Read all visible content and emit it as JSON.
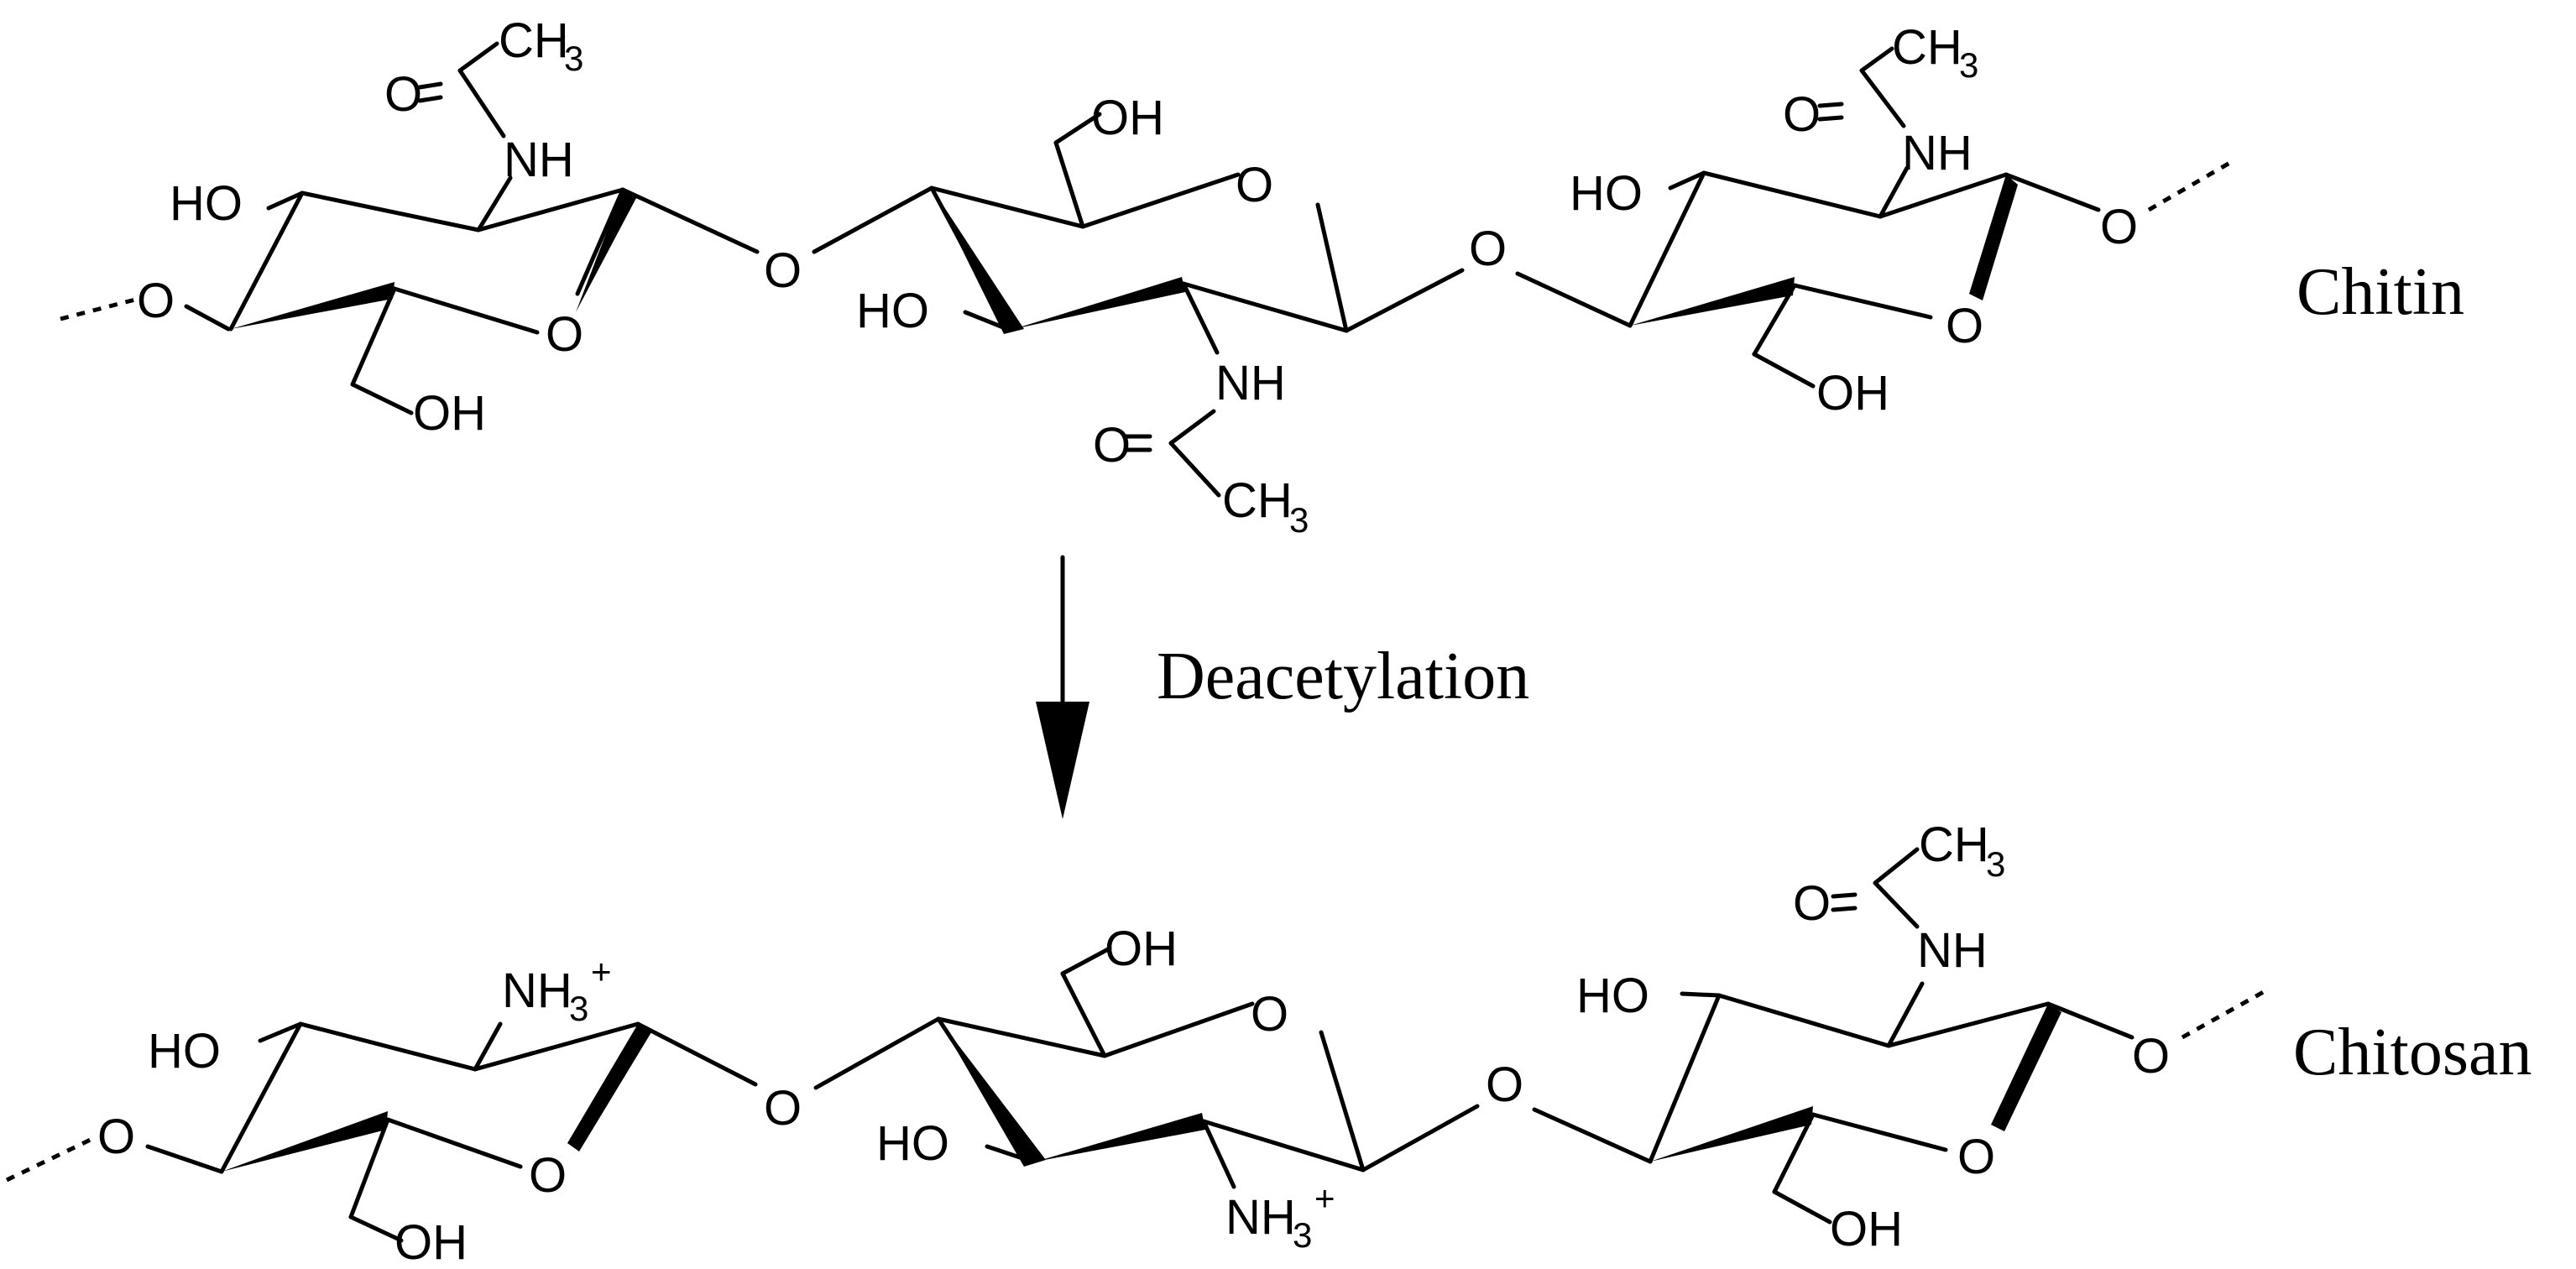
{
  "labels": {
    "chitin": "Chitin",
    "chitosan": "Chitosan",
    "reaction": "Deacetylation"
  },
  "atoms": {
    "o": "O",
    "ho": "HO",
    "oh": "OH",
    "nh": "NH",
    "ch": "CH",
    "nh3": "NH",
    "three": "3",
    "plus": "+"
  },
  "colors": {
    "ink": "#000000",
    "background": "#ffffff"
  }
}
